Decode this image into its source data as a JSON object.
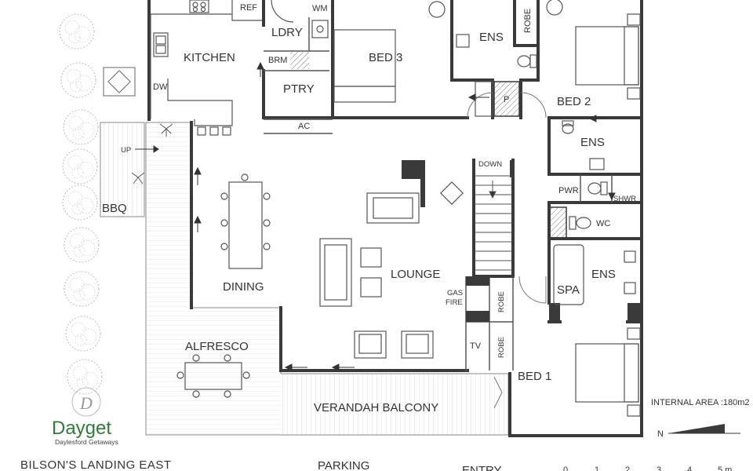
{
  "rooms": {
    "kitchen": "KITCHEN",
    "ldry": "LDRY",
    "ptry": "PTRY",
    "bed3": "BED 3",
    "ens_top": "ENS",
    "bed2": "BED 2",
    "ens_mid": "ENS",
    "dining": "DINING",
    "lounge": "LOUNGE",
    "alfresco": "ALFRESCO",
    "verandah": "VERANDAH BALCONY",
    "bed1": "BED 1",
    "ens_spa": "ENS",
    "spa": "SPA",
    "bbq": "BBQ",
    "parking": "PARKING",
    "entry": "ENTRY"
  },
  "labels": {
    "ref": "REF",
    "wm": "WM",
    "brm": "BRM",
    "robe_top": "ROBE",
    "dw": "DW",
    "ac": "AC",
    "p": "P",
    "up": "UP",
    "down": "DOWN",
    "pwr": "PWR",
    "shwr": "SHWR",
    "wc": "WC",
    "gas": "GAS",
    "fire": "FIRE",
    "robe_a": "ROBE",
    "robe_b": "ROBE",
    "tv": "TV"
  },
  "internal_area": "INTERNAL AREA :180m2",
  "north": "N",
  "scale": [
    "0",
    "1",
    "2",
    "3",
    "4",
    "5 m"
  ],
  "branding": {
    "logo_letter": "D",
    "name": "Dayget",
    "tagline": "Daylesford Getaways",
    "property": "BILSON'S LANDING EAST"
  }
}
